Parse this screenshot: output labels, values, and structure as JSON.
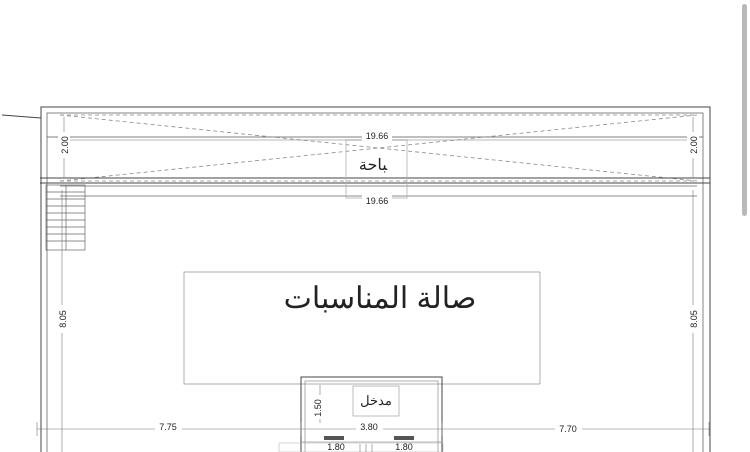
{
  "dimensions": {
    "top_width": "19.66",
    "top_width_inner": "19.66",
    "top_band_left": "2.00",
    "top_band_right": "2.00",
    "main_left_height": "8.05",
    "main_right_height": "8.05",
    "bottom_left": "7.75",
    "bottom_center": "3.80",
    "bottom_right": "7.70",
    "entry_depth": "1.50",
    "sub_left": "1.80",
    "sub_right": "1.80"
  },
  "labels": {
    "top_band_label": "ﺒﺎﺣﺔ",
    "main_hall_label": "ﺻﺎﻟﺔ ﺍﻟﻤﻨﺎﺳﺒﺎﺕ",
    "entry_label": "ﻣﺪﺧﻞ"
  },
  "colors": {
    "line": "#444444",
    "dashed": "#8a8a8a",
    "scrollbar": "#b9b9b9"
  }
}
